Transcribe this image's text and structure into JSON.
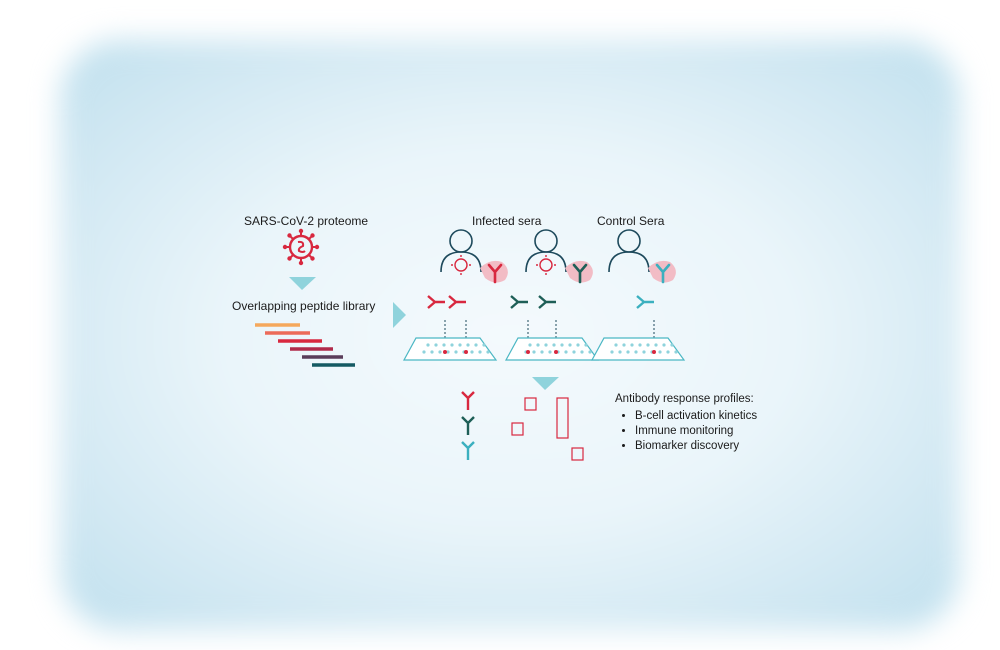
{
  "labels": {
    "proteome": "SARS-CoV-2 proteome",
    "library": "Overlapping peptide library",
    "infected": "Infected sera",
    "control": "Control Sera"
  },
  "profiles": {
    "title": "Antibody response profiles:",
    "items": [
      "B-cell activation kinetics",
      "Immune monitoring",
      "Biomarker discovery"
    ]
  },
  "colors": {
    "virus_red": "#d8283f",
    "teal": "#3bb0bf",
    "dark_green": "#1e5f57",
    "person_outline": "#1e4a5c",
    "arrow_teal": "#8fd3dc",
    "pink_bubble": "#f2bcc5",
    "gradient_orange": "#f5a85c"
  },
  "icons": [
    "virus-icon",
    "person-icon",
    "antibody-icon",
    "microarray-plate-icon"
  ]
}
